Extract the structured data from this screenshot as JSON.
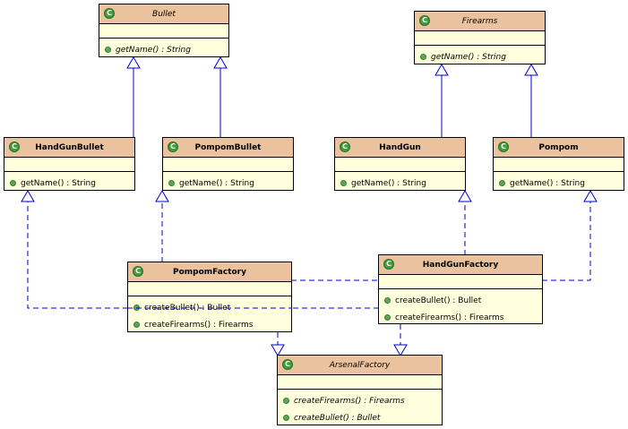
{
  "classes": {
    "bullet": {
      "name": "Bullet",
      "icon": "C",
      "ops": [
        "getName() : String"
      ]
    },
    "firearms": {
      "name": "Firearms",
      "icon": "C",
      "ops": [
        "getName() : String"
      ]
    },
    "handgunbullet": {
      "name": "HandGunBullet",
      "icon": "C",
      "ops": [
        "getName() : String"
      ]
    },
    "pompombullet": {
      "name": "PompomBullet",
      "icon": "C",
      "ops": [
        "getName() : String"
      ]
    },
    "handgun": {
      "name": "HandGun",
      "icon": "C",
      "ops": [
        "getName() : String"
      ]
    },
    "pompom": {
      "name": "Pompom",
      "icon": "C",
      "ops": [
        "getName() : String"
      ]
    },
    "pompomfactory": {
      "name": "PompomFactory",
      "icon": "C",
      "ops": [
        "createBullet() : Bullet",
        "createFirearms() : Firearms"
      ]
    },
    "handgunfactory": {
      "name": "HandGunFactory",
      "icon": "C",
      "ops": [
        "createBullet() : Bullet",
        "createFirearms() : Firearms"
      ]
    },
    "arsenalfactory": {
      "name": "ArsenalFactory",
      "icon": "C",
      "ops": [
        "createFirearms() : Firearms",
        "createBullet() : Bullet"
      ]
    }
  },
  "colors": {
    "header": "#eac39e",
    "body": "#ffffdd",
    "relation": "#0000cc",
    "icon": "#3f9d3a"
  }
}
